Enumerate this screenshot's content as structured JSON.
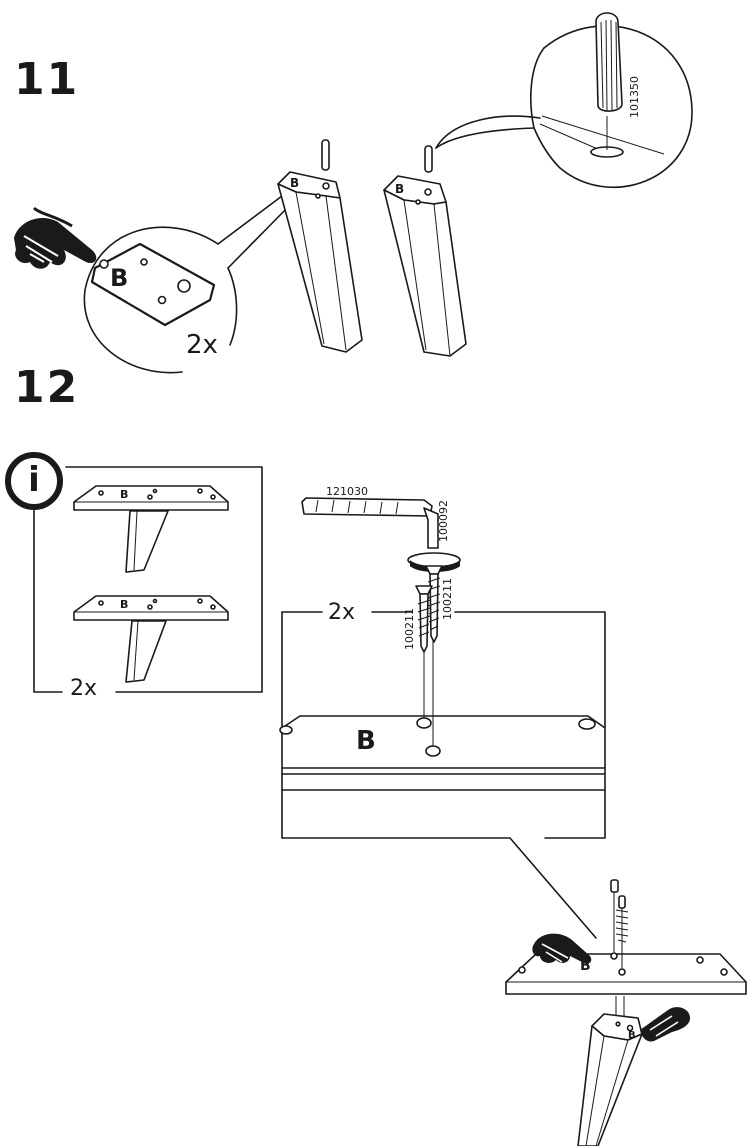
{
  "step11": {
    "number": "11",
    "quantity": "2x",
    "plate_letter": "B",
    "leg_letter_1": "B",
    "leg_letter_2": "B",
    "dowel_part": "101350"
  },
  "step12": {
    "number": "12",
    "info_icon_glyph": "i",
    "info_quantity": "2x",
    "info_plate_letter_1": "B",
    "info_plate_letter_2": "B",
    "detail_quantity": "2x",
    "detail_letter": "B",
    "tool_part": "121030",
    "hex_key_part": "100092",
    "screw_part_1": "100211",
    "screw_part_2": "100211",
    "bottom_plate_letter": "B",
    "bottom_leg_letter": "B"
  }
}
